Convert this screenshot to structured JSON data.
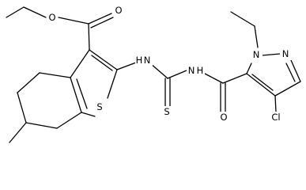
{
  "molecule": {
    "atoms": {
      "o_ester_carbonyl": "O",
      "o_ester_ether": "O",
      "s_thiophene": "S",
      "n_thiourea_1": "N",
      "h_thiourea_1": "H",
      "n_thiourea_2": "N",
      "h_thiourea_2": "H",
      "s_thiocarbonyl": "S",
      "o_amide": "O",
      "n_pyrazole_1": "N",
      "n_pyrazole_2": "N",
      "cl": "Cl"
    }
  },
  "colors": {
    "bond": "#000000",
    "label": "#000000",
    "background": "#ffffff"
  }
}
